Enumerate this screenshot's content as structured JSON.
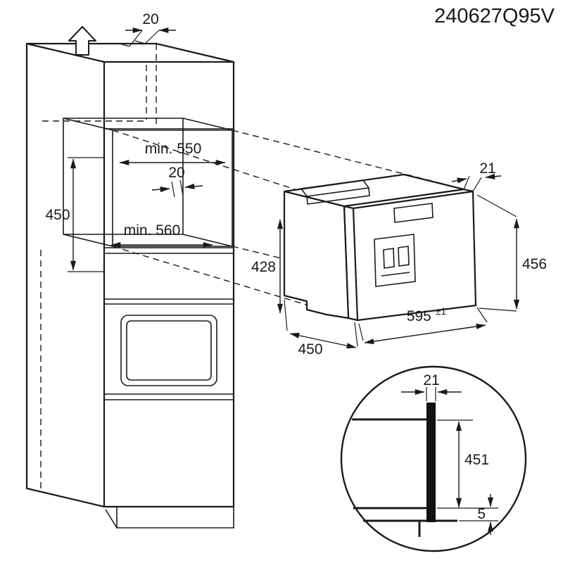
{
  "header": {
    "drawing_code": "240627Q95V"
  },
  "cabinet_dimensions": {
    "top_rear_gap": "20",
    "niche_width_min": "min. 550",
    "rear_clearance": "20",
    "niche_height": "450",
    "niche_depth_min": "min. 560"
  },
  "appliance_dimensions": {
    "front_panel_overhang": "21",
    "front_height": "456",
    "body_height": "428",
    "body_depth": "450",
    "front_width": "595",
    "front_width_tolerance": "±1"
  },
  "detail_dimensions": {
    "panel_thickness": "21",
    "inner_height": "451",
    "bottom_gap": "5"
  },
  "colors": {
    "line": "#1a1a1a",
    "background": "#ffffff"
  }
}
